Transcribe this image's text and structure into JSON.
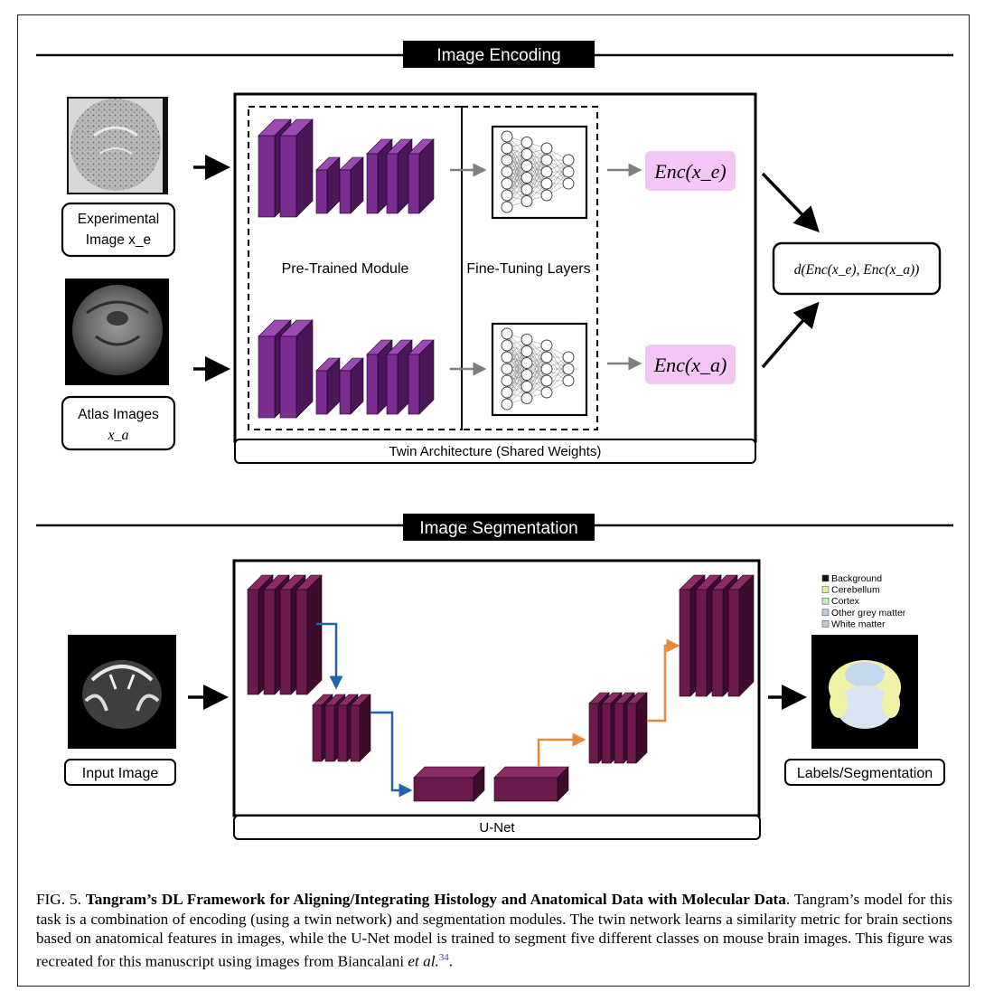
{
  "colors": {
    "purple": "#7b2c91",
    "purple_dark": "#4a1657",
    "purple_light": "#9a4ab0",
    "maroon": "#6a1b4a",
    "maroon_dark": "#3d0c2a",
    "enc_bg": "#f3c6f5",
    "arrow_blue": "#1f66a8",
    "arrow_orange": "#e8873a",
    "arrow_grey": "#7f7f7f"
  },
  "section1": {
    "title": "Image Encoding",
    "experimental_label_line1": "Experimental",
    "experimental_label_line2": "Image x_e",
    "atlas_label_line1": "Atlas Images",
    "atlas_label_line2": "x_a",
    "pretrained_label": "Pre-Trained Module",
    "finetuning_label": "Fine-Tuning Layers",
    "enc_top": "Enc(x_e)",
    "enc_bottom": "Enc(x_a)",
    "distance": "d(Enc(x_e), Enc(x_a))",
    "twin_label": "Twin Architecture (Shared Weights)"
  },
  "section2": {
    "title": "Image Segmentation",
    "input_label": "Input Image",
    "unet_label": "U-Net",
    "output_label": "Labels/Segmentation",
    "legend": [
      {
        "label": "Background",
        "color": "#111111"
      },
      {
        "label": "Cerebellum",
        "color": "#e8ee9a"
      },
      {
        "label": "Cortex",
        "color": "#c8ecc0"
      },
      {
        "label": "Other grey matter",
        "color": "#b7cbe6"
      },
      {
        "label": "White matter",
        "color": "#c9c9c9"
      }
    ]
  },
  "caption": {
    "fig": "FIG. 5.",
    "title": "Tangram’s DL Framework for Aligning/Integrating Histology and Anatomical Data with Molecular Data",
    "body": ". Tangram’s model for this task is a combination of encoding (using a twin network) and segmentation modules. The twin network learns a similarity metric for brain sections based on anatomical features in images, while the U-Net model is trained to segment five different classes on mouse brain images. This figure was recreated for this manuscript using images from Biancalani ",
    "etal": "et al.",
    "ref": "34",
    "end": "."
  }
}
